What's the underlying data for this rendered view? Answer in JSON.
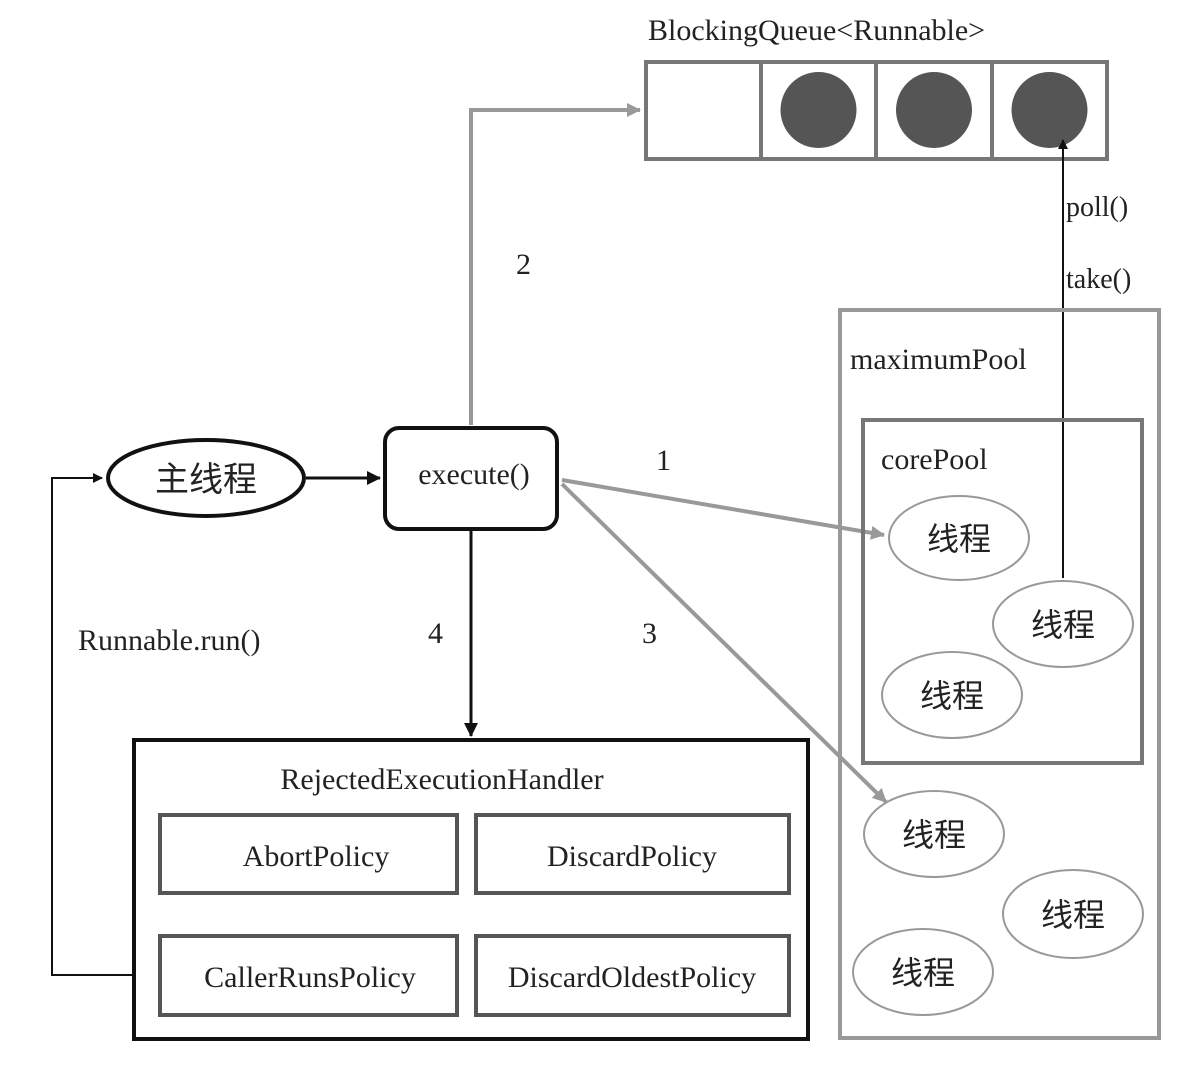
{
  "queue": {
    "label": "BlockingQueue<Runnable>",
    "slots": [
      {
        "filled": false
      },
      {
        "filled": true
      },
      {
        "filled": true
      },
      {
        "filled": true
      }
    ]
  },
  "main_thread": {
    "label": "主线程"
  },
  "execute": {
    "label": "execute()"
  },
  "steps": {
    "step1": "1",
    "step2": "2",
    "step3": "3",
    "step4": "4"
  },
  "runnable_run": "Runnable.run()",
  "poll": "poll()",
  "take": "take()",
  "maximum_pool": {
    "label": "maximumPool",
    "threads": [
      "线程",
      "线程",
      "线程"
    ]
  },
  "core_pool": {
    "label": "corePool",
    "threads": [
      "线程",
      "线程",
      "线程"
    ]
  },
  "handler": {
    "label": "RejectedExecutionHandler",
    "policies": [
      "AbortPolicy",
      "DiscardPolicy",
      "CallerRunsPolicy",
      "DiscardOldestPolicy"
    ]
  },
  "colors": {
    "black": "#111111",
    "gray": "#999999",
    "dark_gray": "#777777",
    "ball": "#555555"
  }
}
